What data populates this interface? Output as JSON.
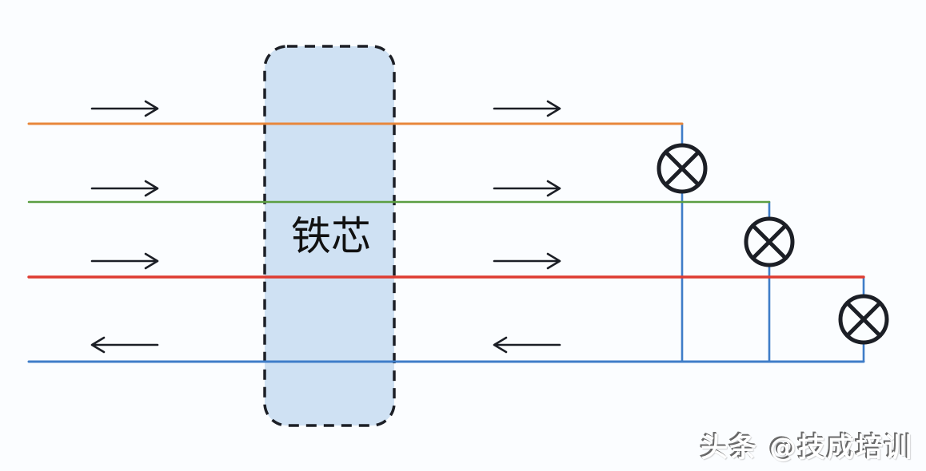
{
  "diagram": {
    "core": {
      "label": "铁芯"
    },
    "lines": [
      {
        "id": "phase-a",
        "color": "#e8873b",
        "direction": "right"
      },
      {
        "id": "phase-b",
        "color": "#5b9e42",
        "direction": "right"
      },
      {
        "id": "phase-c",
        "color": "#de3c31",
        "direction": "right"
      },
      {
        "id": "neutral",
        "color": "#3f7dc8",
        "direction": "left"
      }
    ],
    "lamp_count": 3
  },
  "watermark": {
    "text": "头条 @技成培训"
  },
  "colors": {
    "background": "#fbfdff",
    "ink": "#1c1f26",
    "core_fill": "#cfe1f3"
  }
}
